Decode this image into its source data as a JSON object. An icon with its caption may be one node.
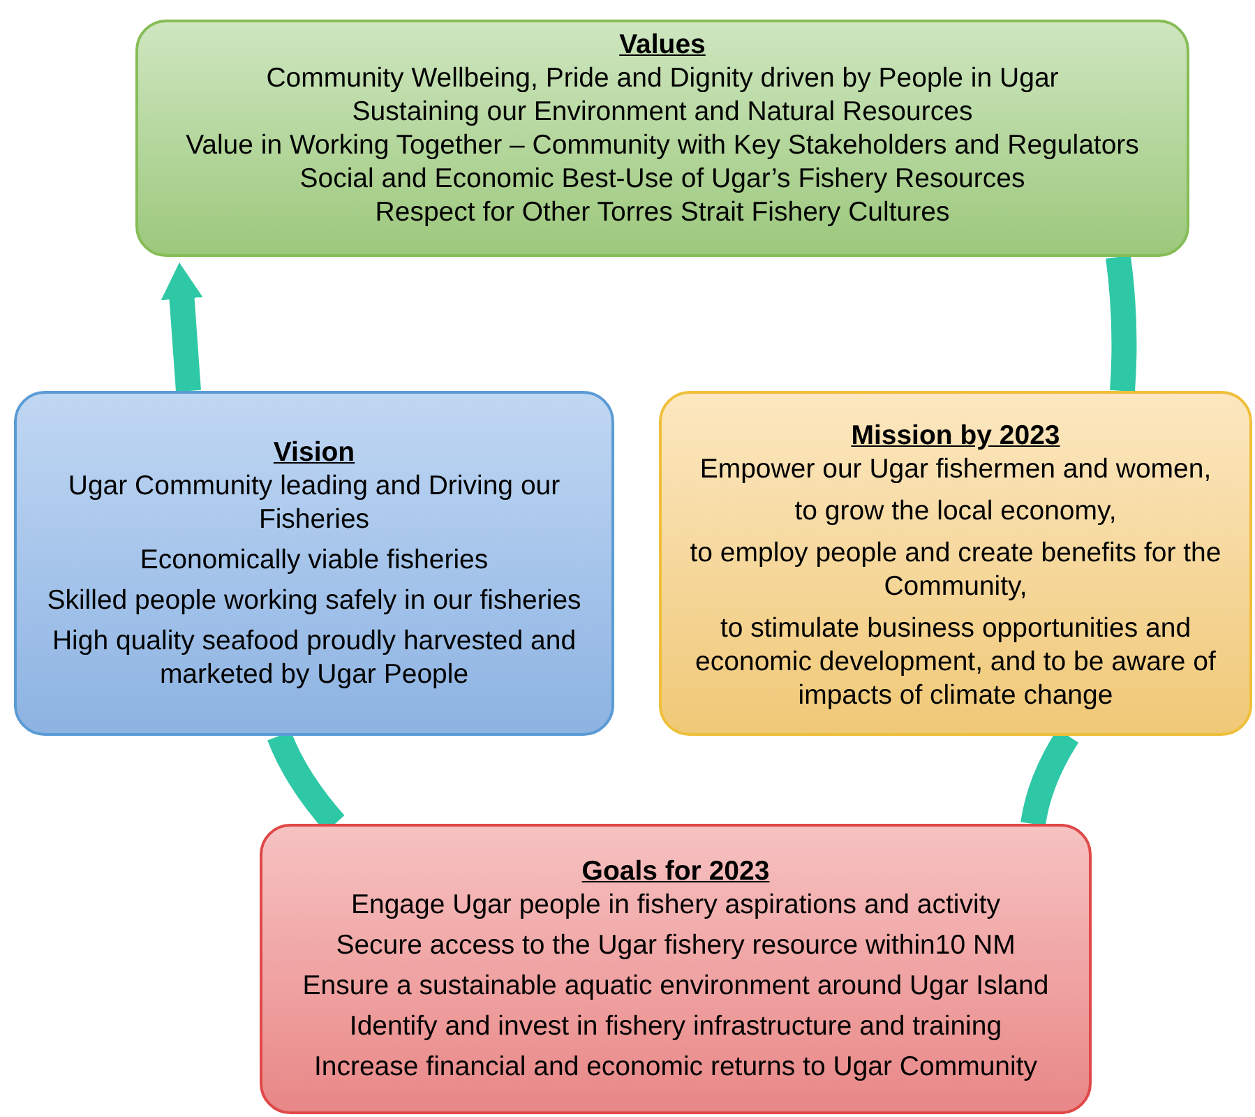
{
  "diagram": {
    "nodes": [
      {
        "text": [
          "Values",
          "Community Wellbeing, Pride and Dignity driven by People in Ugar",
          "Sustaining our Environment and Natural Resources",
          "Value in Working Together – Community with Key Stakeholders and Regulators",
          "Social and Economic Best-Use of Ugar’s Fishery Resources",
          "Respect for Other Torres Strait Fishery Cultures"
        ]
      },
      {
        "text": [
          "Vision",
          "Ugar Community leading and Driving our Fisheries",
          "Economically viable fisheries",
          "Skilled people working safely in our fisheries",
          "High quality seafood proudly harvested and marketed by Ugar People"
        ]
      },
      {
        "text": [
          "Mission by 2023",
          "Empower our Ugar fishermen and women,",
          "to grow the local economy,",
          "to employ people and create benefits for the Community,",
          "to stimulate business opportunities and economic development, and to be aware of impacts of climate change"
        ]
      },
      {
        "text": [
          "Goals for 2023",
          "Engage Ugar people in fishery aspirations and activity",
          "Secure access to the Ugar fishery resource within10 NM",
          "Ensure a sustainable aquatic environment around Ugar Island",
          "Identify and invest in fishery infrastructure and training",
          "Increase financial and economic returns to Ugar Community"
        ]
      }
    ],
    "edges": [
      {
        "from": 0,
        "to": 2,
        "arrow": "none"
      },
      {
        "from": 2,
        "to": 3,
        "arrow": "none"
      },
      {
        "from": 3,
        "to": 1,
        "arrow": "none"
      },
      {
        "from": 1,
        "to": 0,
        "arrow": "to"
      }
    ]
  }
}
